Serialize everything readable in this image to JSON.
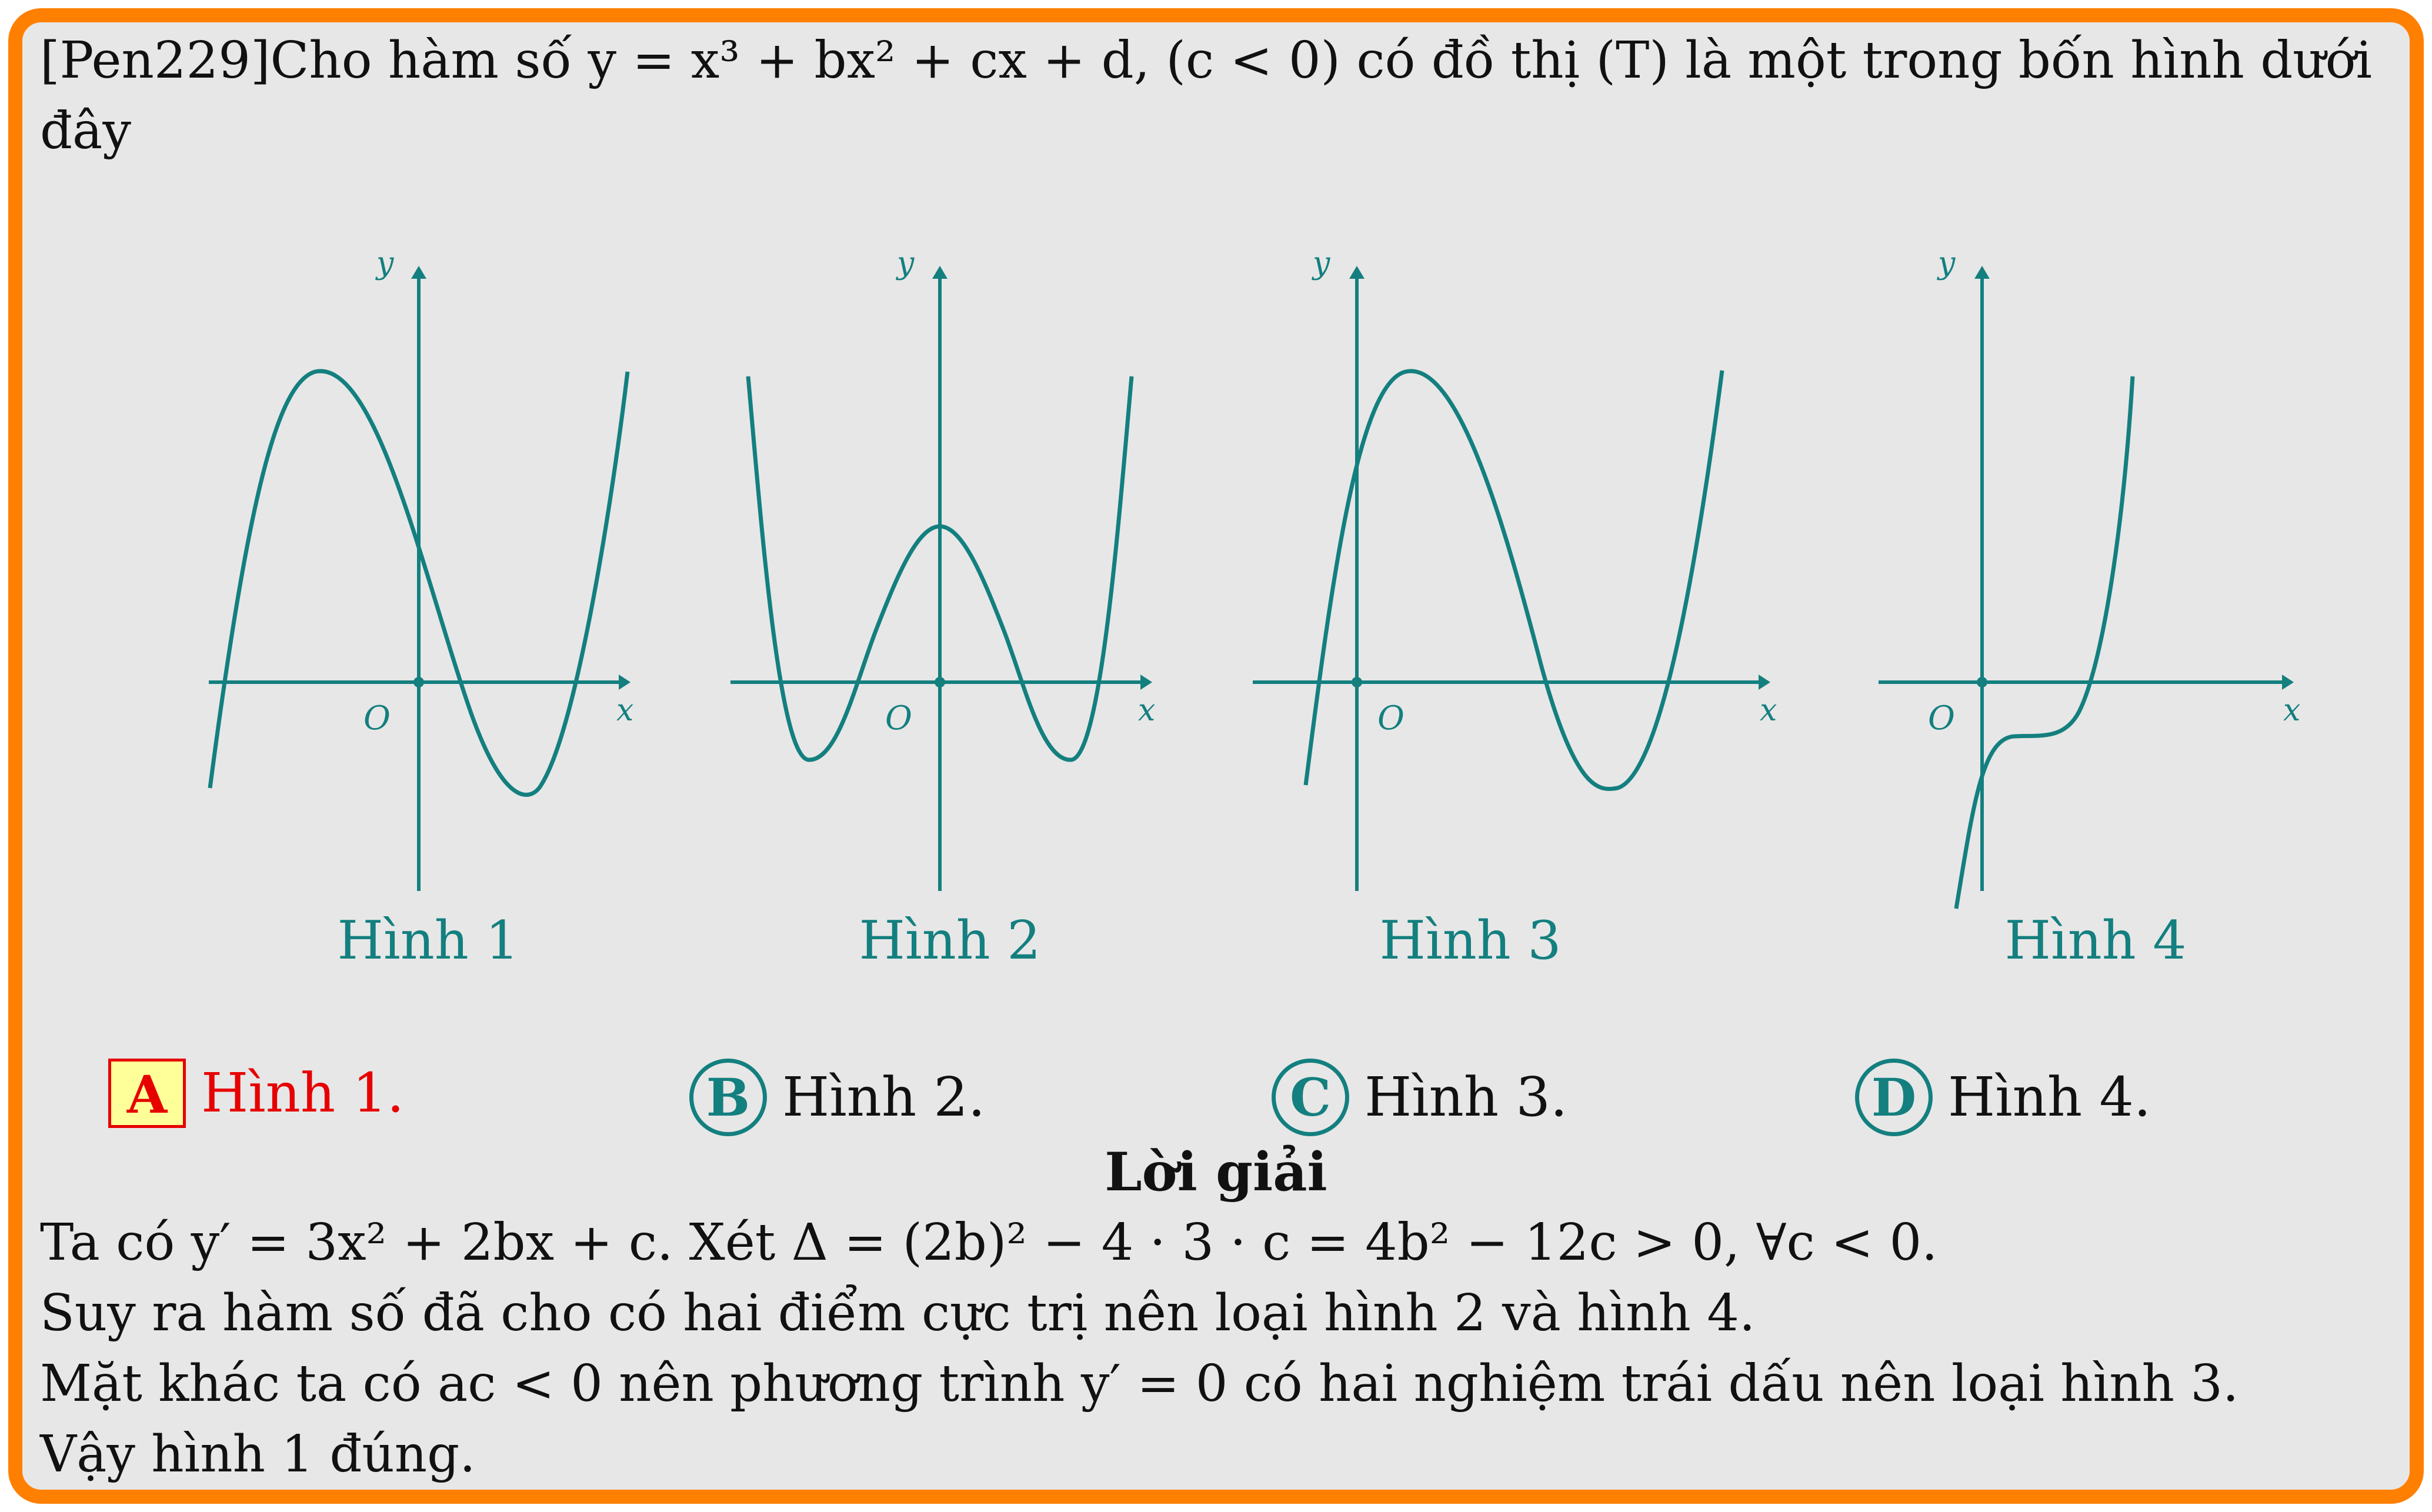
{
  "question": {
    "line1": "[Pen229]Cho hàm số y = x³ + bx² + cx + d, (c < 0) có đồ thị (T) là một trong bốn hình dưới",
    "line2": "đây"
  },
  "graphs": [
    {
      "caption": "Hình 1",
      "y_label": "y",
      "x_label": "x",
      "origin_label": "O"
    },
    {
      "caption": "Hình 2",
      "y_label": "y",
      "x_label": "x",
      "origin_label": "O"
    },
    {
      "caption": "Hình 3",
      "y_label": "y",
      "x_label": "x",
      "origin_label": "O"
    },
    {
      "caption": "Hình 4",
      "y_label": "y",
      "x_label": "x",
      "origin_label": "O"
    }
  ],
  "options": [
    {
      "letter": "A",
      "label": "Hình 1.",
      "selected": true
    },
    {
      "letter": "B",
      "label": "Hình 2.",
      "selected": false
    },
    {
      "letter": "C",
      "label": "Hình 3.",
      "selected": false
    },
    {
      "letter": "D",
      "label": "Hình 4.",
      "selected": false
    }
  ],
  "solution": {
    "title": "Lời giải",
    "lines": [
      "Ta có y′ = 3x² + 2bx + c. Xét Δ = (2b)² − 4 · 3 · c = 4b² − 12c > 0, ∀c < 0.",
      "Suy ra hàm số đã cho có hai điểm cực trị nên loại hình 2 và hình 4.",
      "Mặt khác ta có ac < 0 nên phương trình y′ = 0 có hai nghiệm trái dấu nên loại hình 3.",
      "Vậy hình 1 đúng."
    ]
  },
  "colors": {
    "frame": "#ff8000",
    "panel": "#e7e7e7",
    "teal": "#147f7f",
    "correct": "#e60000",
    "highlight": "#ffff99"
  }
}
